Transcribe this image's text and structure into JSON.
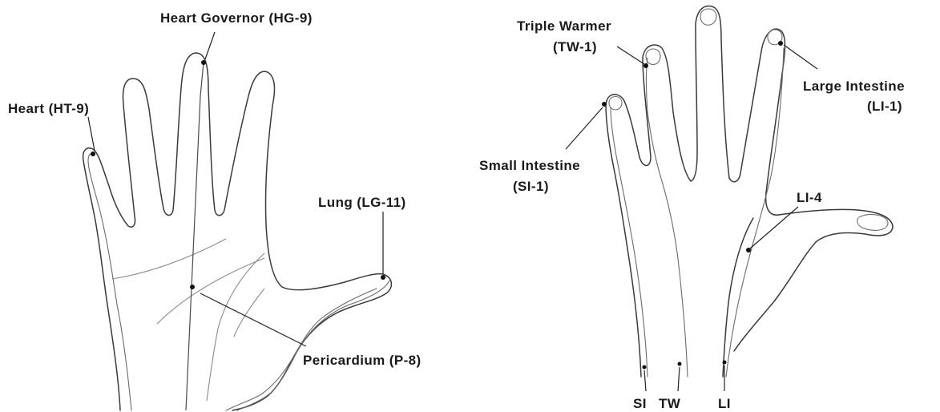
{
  "labels": {
    "heart_governor": "Heart Governor (HG-9)",
    "heart": "Heart (HT-9)",
    "lung": "Lung (LG-11)",
    "pericardium": "Pericardium (P-8)",
    "triple_warmer_line1": "Triple Warmer",
    "triple_warmer_line2": "(TW-1)",
    "large_intestine_line1": "Large Intestine",
    "large_intestine_line2": "(LI-1)",
    "small_intestine_line1": "Small Intestine",
    "small_intestine_line2": "(SI-1)",
    "li4": "LI-4",
    "si": "SI",
    "tw": "TW",
    "li": "LI"
  },
  "colors": {
    "text": "#1a1a1a",
    "line": "#3a3a3a",
    "background": "#ffffff"
  }
}
